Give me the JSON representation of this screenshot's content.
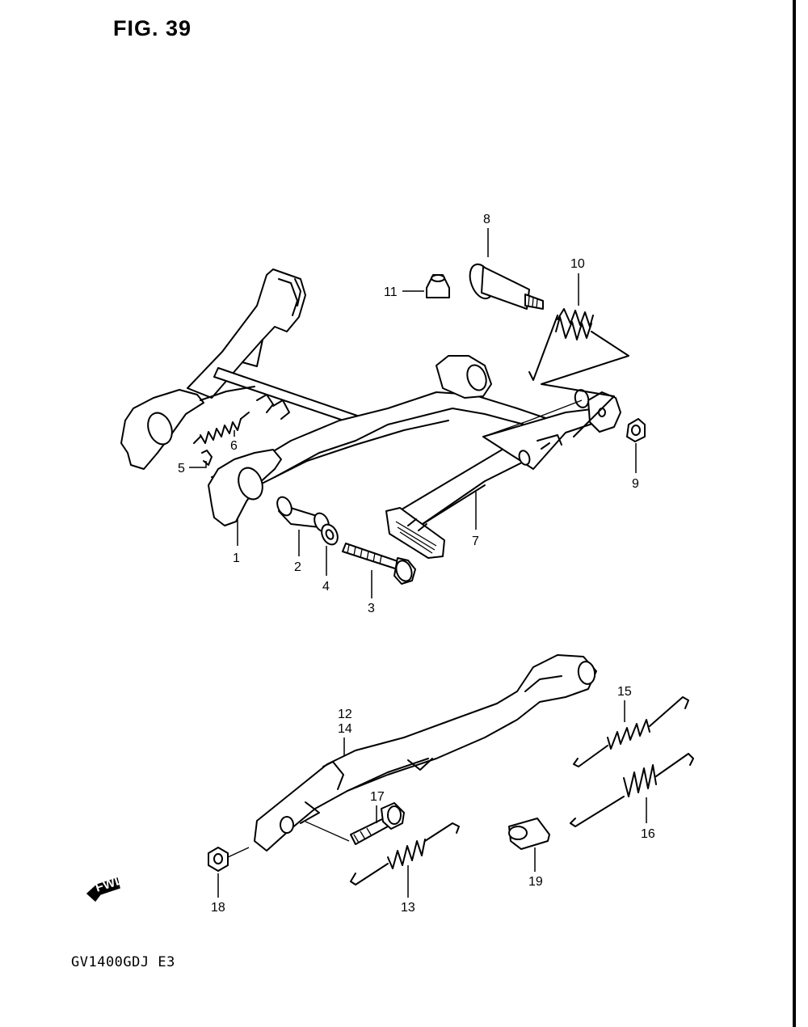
{
  "figure": {
    "title": "FIG. 39",
    "model_code": "GV1400GDJ  E3"
  },
  "fwd_badge": "FWD",
  "callouts": {
    "c1": "1",
    "c2": "2",
    "c3": "3",
    "c4": "4",
    "c5": "5",
    "c6": "6",
    "c7": "7",
    "c8": "8",
    "c9": "9",
    "c10": "10",
    "c11": "11",
    "c12": "12",
    "c13": "13",
    "c14": "14",
    "c15": "15",
    "c16": "16",
    "c17": "17",
    "c18": "18",
    "c19": "19"
  }
}
